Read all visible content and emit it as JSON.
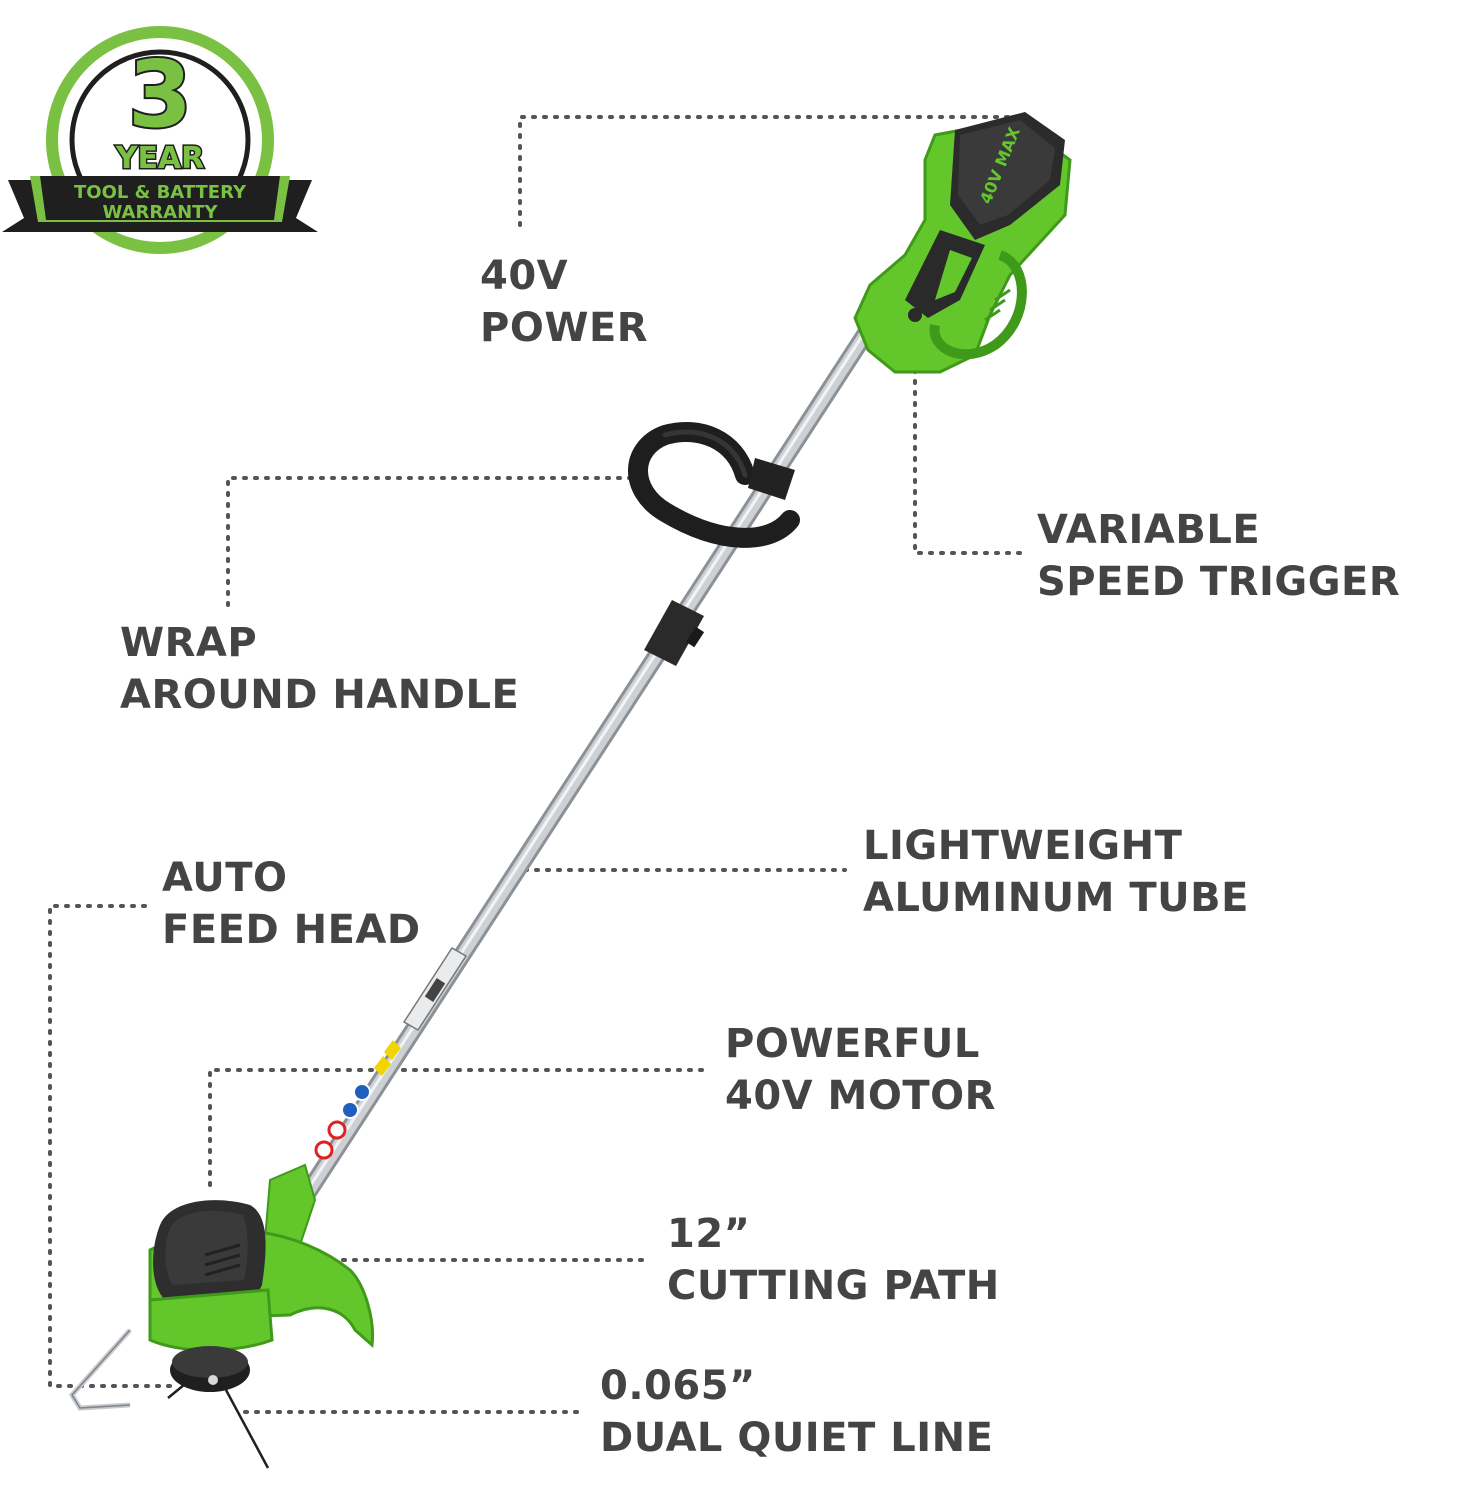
{
  "badge": {
    "number": "3",
    "year": "YEAR",
    "line1": "TOOL & BATTERY",
    "line2": "WARRANTY",
    "colors": {
      "green": "#7ac143",
      "dark": "#1f1f1f",
      "white": "#ffffff"
    }
  },
  "product": {
    "battery_label": "40V MAX",
    "colors": {
      "body": "#63c72c",
      "body_dark": "#3f9a1a",
      "black": "#2a2a2a",
      "shaft": "#c7cbcf"
    }
  },
  "callouts": {
    "power": {
      "line1": "40V",
      "line2": "POWER"
    },
    "trigger": {
      "line1": "VARIABLE",
      "line2": "SPEED TRIGGER"
    },
    "handle": {
      "line1": "WRAP",
      "line2": "AROUND HANDLE"
    },
    "tube": {
      "line1": "LIGHTWEIGHT",
      "line2": "ALUMINUM TUBE"
    },
    "feed": {
      "line1": "AUTO",
      "line2": "FEED HEAD"
    },
    "motor": {
      "line1": "POWERFUL",
      "line2": "40V MOTOR"
    },
    "path": {
      "line1": "12”",
      "line2": "CUTTING PATH"
    },
    "line": {
      "line1": "0.065”",
      "line2": "DUAL QUIET LINE"
    }
  },
  "leader_color": "#555555",
  "text_color": "#444444"
}
